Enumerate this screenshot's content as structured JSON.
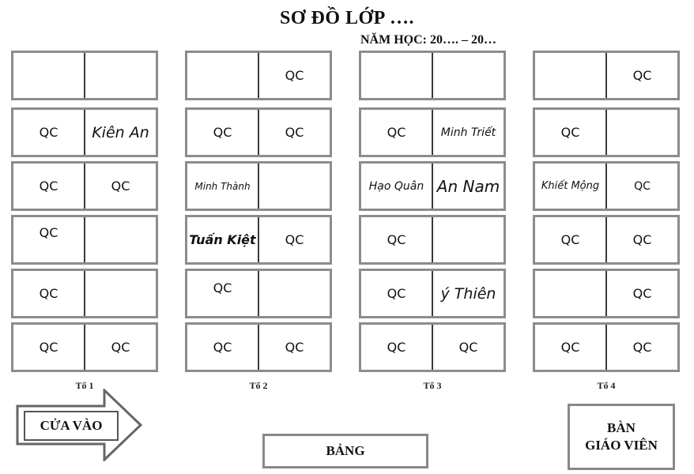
{
  "title": "SƠ ĐỒ LỚP ….",
  "school_year": "NĂM HỌC: 20…. – 20…",
  "groups": [
    {
      "label": "Tổ 1",
      "desks": [
        [
          "",
          ""
        ],
        [
          "QC",
          "Kiên An"
        ],
        [
          "QC",
          "QC"
        ],
        [
          "QC",
          ""
        ],
        [
          "QC",
          ""
        ],
        [
          "QC",
          "QC"
        ]
      ]
    },
    {
      "label": "Tổ 2",
      "desks": [
        [
          "",
          "QC"
        ],
        [
          "QC",
          "QC"
        ],
        [
          "Minh Thành",
          ""
        ],
        [
          "Tuấn Kiệt",
          "QC"
        ],
        [
          "QC",
          ""
        ],
        [
          "QC",
          "QC"
        ]
      ]
    },
    {
      "label": "Tổ 3",
      "desks": [
        [
          "",
          ""
        ],
        [
          "QC",
          "Minh Triết"
        ],
        [
          "Hạo Quân",
          "An Nam"
        ],
        [
          "QC",
          ""
        ],
        [
          "QC",
          "ý Thiên"
        ],
        [
          "QC",
          "QC"
        ]
      ]
    },
    {
      "label": "Tổ 4",
      "desks": [
        [
          "",
          "QC"
        ],
        [
          "QC",
          ""
        ],
        [
          "Khiết Mộng",
          "QC"
        ],
        [
          "QC",
          "QC"
        ],
        [
          "",
          "QC"
        ],
        [
          "QC",
          "QC"
        ]
      ]
    }
  ],
  "door_label": "CỬA VÀO",
  "board_label": "BẢNG",
  "teacher_desk": [
    "BÀN",
    "GIÁO VIÊN"
  ]
}
